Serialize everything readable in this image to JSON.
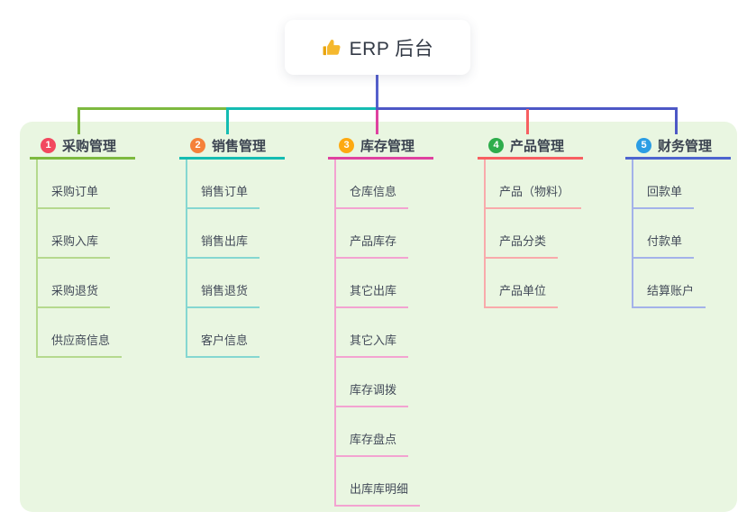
{
  "root": {
    "label": "ERP 后台",
    "icon": "thumbs-up-icon"
  },
  "branches": [
    {
      "number": "1",
      "label": "采购管理",
      "badge_color": "#f2485f",
      "line_color": "#7db93f",
      "child_line_color": "#b5d98e",
      "children": [
        "采购订单",
        "采购入库",
        "采购退货",
        "供应商信息"
      ]
    },
    {
      "number": "2",
      "label": "销售管理",
      "badge_color": "#f5813a",
      "line_color": "#14bcb2",
      "child_line_color": "#85d7d1",
      "children": [
        "销售订单",
        "销售出库",
        "销售退货",
        "客户信息"
      ]
    },
    {
      "number": "3",
      "label": "库存管理",
      "badge_color": "#fda912",
      "line_color": "#df41a0",
      "child_line_color": "#f3a3d1",
      "children": [
        "仓库信息",
        "产品库存",
        "其它出库",
        "其它入库",
        "库存调拨",
        "库存盘点",
        "出库库明细"
      ]
    },
    {
      "number": "4",
      "label": "产品管理",
      "badge_color": "#2ead4c",
      "line_color": "#f75f61",
      "child_line_color": "#f9aaab",
      "children": [
        "产品（物料）",
        "产品分类",
        "产品单位"
      ]
    },
    {
      "number": "5",
      "label": "财务管理",
      "badge_color": "#2b9de4",
      "line_color": "#4d64cf",
      "child_line_color": "#a3b2e9",
      "children": [
        "回款单",
        "付款单",
        "结算账户"
      ]
    }
  ],
  "colors": {
    "panel_background": "#e9f6e1",
    "root_connector": "#5560cc",
    "right_bar_connector": "#4d58c6",
    "text": "#3b4350",
    "thumbs_up_yellow": "#f5b82e"
  }
}
